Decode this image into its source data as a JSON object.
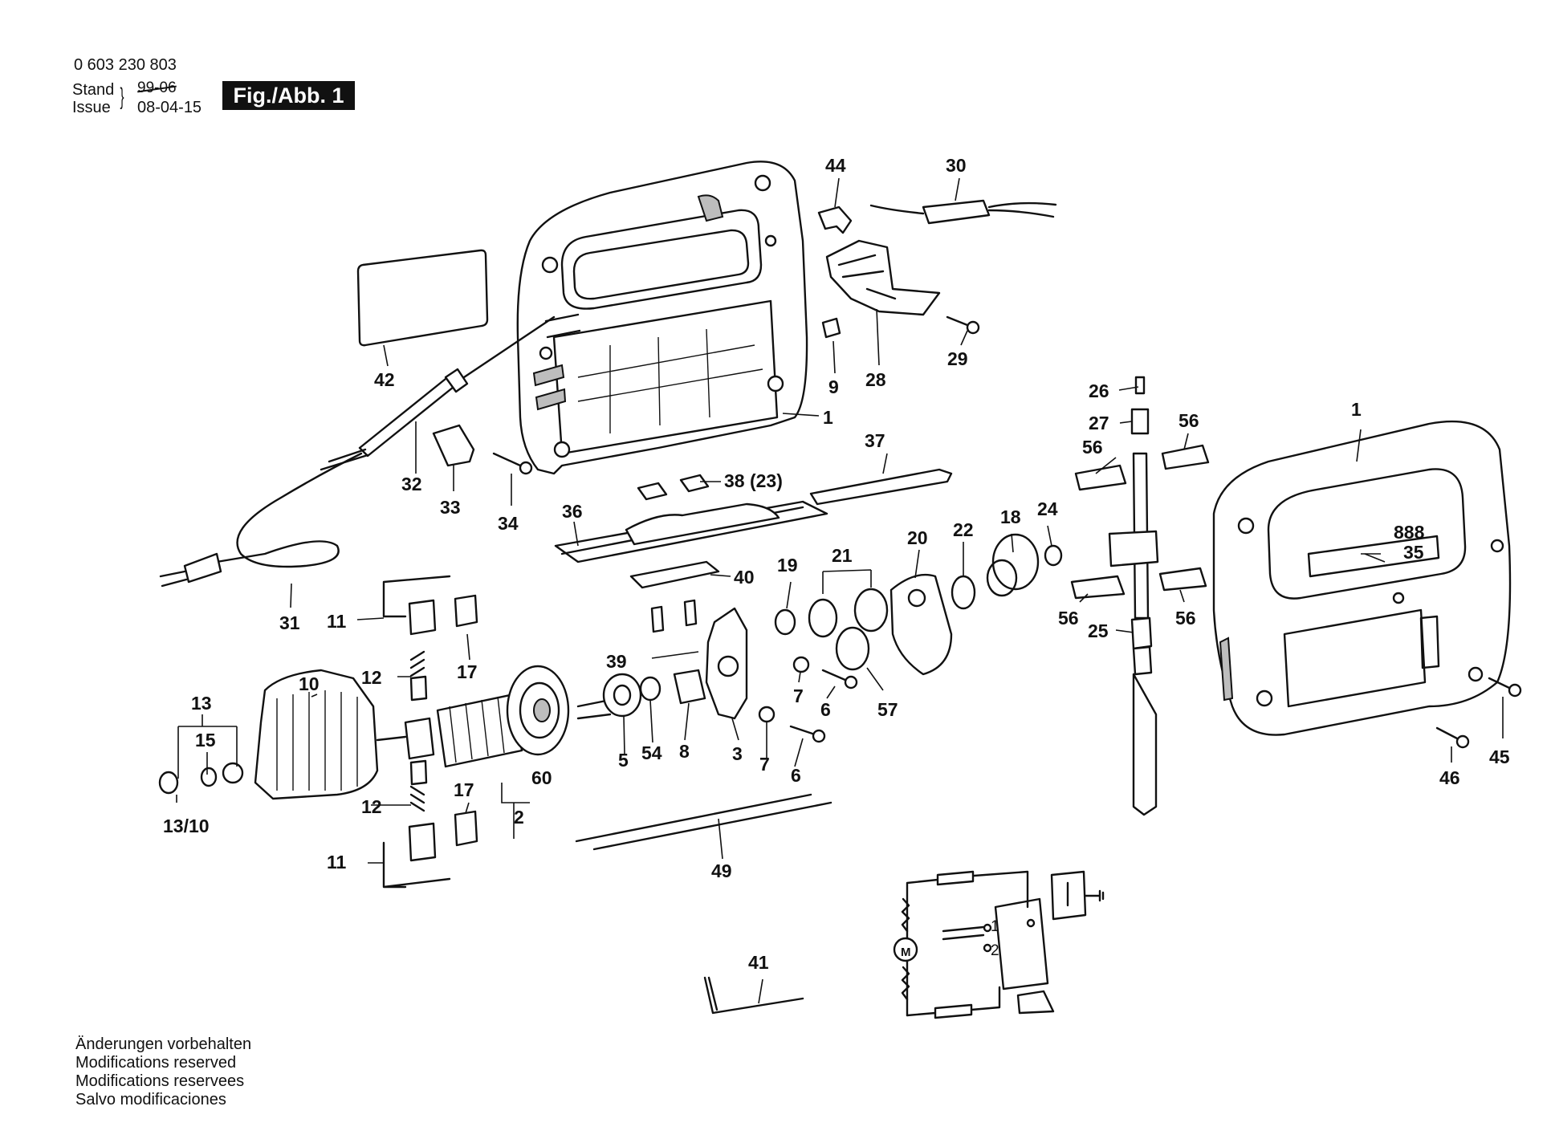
{
  "header": {
    "part_number": "0 603 230 803",
    "stand_label": "Stand",
    "stand_date_struck": "99-06",
    "issue_label": "Issue",
    "issue_date": "08-04-15",
    "figure_badge": "Fig./Abb. 1"
  },
  "footer_notes": [
    "Änderungen vorbehalten",
    "Modifications reserved",
    "Modifications reservees",
    "Salvo modificaciones"
  ],
  "part_labels": {
    "p44": "44",
    "p30": "30",
    "p42": "42",
    "p29": "29",
    "p9": "9",
    "p28": "28",
    "p1_housing_left": "1",
    "p37": "37",
    "p32": "32",
    "p33": "33",
    "p34": "34",
    "p38": "38 (23)",
    "p36": "36",
    "p40": "40",
    "p31": "31",
    "p11_top": "11",
    "p17_top": "17",
    "p12_top": "12",
    "p39": "39",
    "p19": "19",
    "p21": "21",
    "p20": "20",
    "p22": "22",
    "p18": "18",
    "p24": "24",
    "p26": "26",
    "p27": "27",
    "p56_a": "56",
    "p56_b": "56",
    "p56_c": "56",
    "p56_d": "56",
    "p1_housing_right": "1",
    "p888": "888",
    "p35": "35",
    "p25": "25",
    "p13": "13",
    "p15": "15",
    "p10": "10",
    "p13_10": "13/10",
    "p60": "60",
    "p2": "2",
    "p5": "5",
    "p54": "54",
    "p8": "8",
    "p3": "3",
    "p7_a": "7",
    "p6_a": "6",
    "p57": "57",
    "p7_b": "7",
    "p6_b": "6",
    "p12_bottom": "12",
    "p17_bottom": "17",
    "p11_bottom": "11",
    "p49": "49",
    "p45": "45",
    "p46": "46",
    "p41": "41"
  },
  "schematic_labels": {
    "motor": "M",
    "switch_1": "1",
    "switch_2": "2"
  }
}
